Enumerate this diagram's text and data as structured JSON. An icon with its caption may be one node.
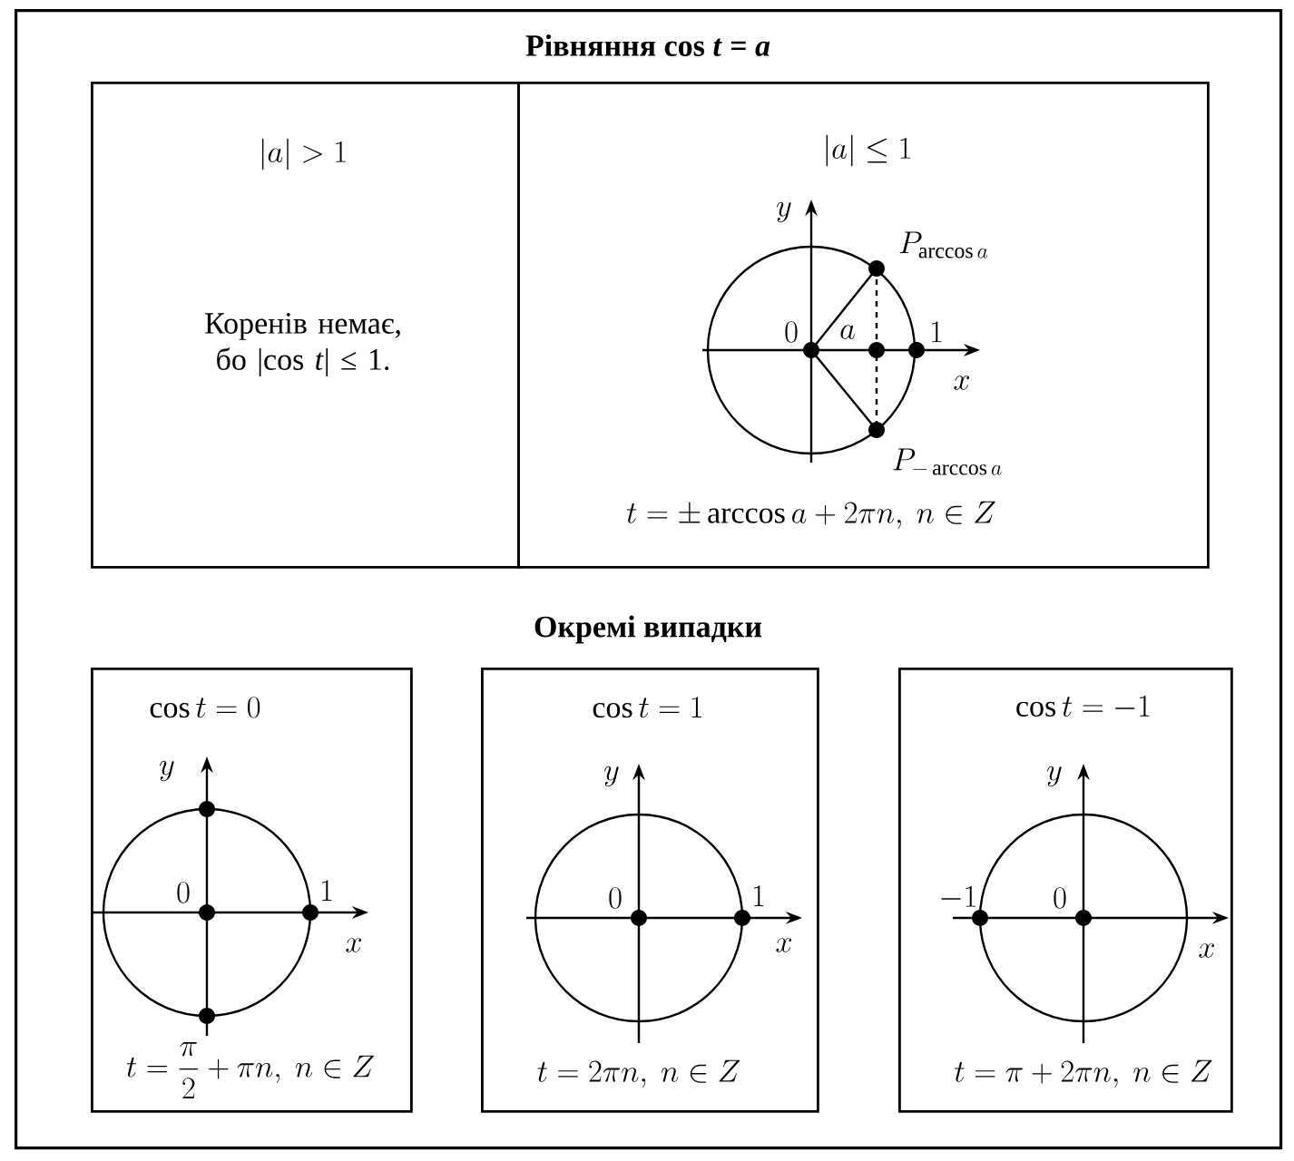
{
  "diagram": {
    "nodes": [
      {
        "text": [
          "Рівняння cos *t* = *a*",
          "Окремі випадки"
        ]
      },
      {
        "text": [
          "|a| > 1",
          "Коренів немає, бо |cos *t*| ≤ 1."
        ],
        "in": 0
      },
      {
        "text": [
          "|a| \\le 1",
          "t = \\pm\\arccos a + 2\\pi n,\\ n \\in Z"
        ],
        "in": 0
      },
      {
        "text": [
          "\\cos t = 0",
          "t = \\dfrac{\\pi}{2} + \\pi n,\\ n \\in Z"
        ],
        "in": 0
      },
      {
        "text": [
          "\\cos t = 1",
          "t = 2\\pi n,\\ n \\in Z"
        ],
        "in": 0
      },
      {
        "text": [
          "\\cos t = -1",
          "t = \\pi + 2\\pi n,\\ n \\in Z"
        ],
        "in": 0
      }
    ],
    "edges": [],
    "labels": [
      "y",
      "P_{\\arccos a}",
      "0",
      "a",
      "1",
      "x",
      "P_{-\\arccos a}",
      "y",
      "0",
      "1",
      "x",
      "y",
      "0",
      "1",
      "x",
      "y",
      "-1",
      "0",
      "x"
    ]
  }
}
